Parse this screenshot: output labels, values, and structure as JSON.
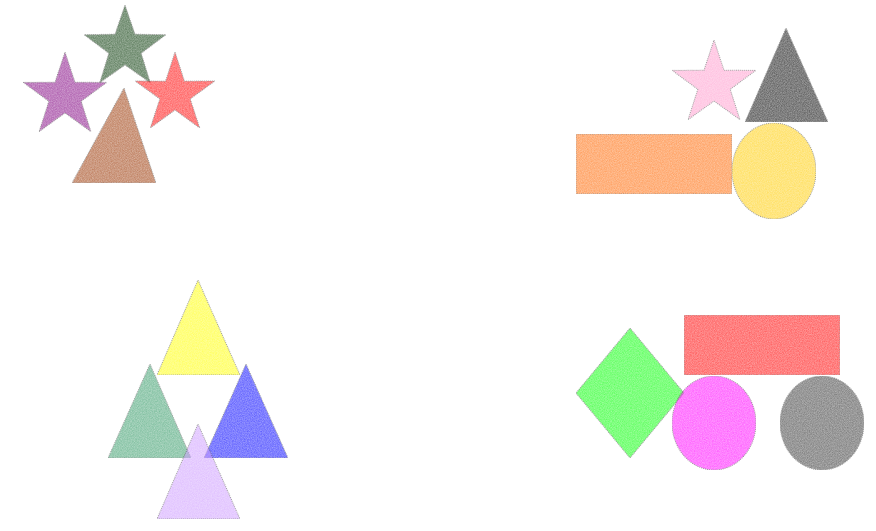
{
  "groups": [
    {
      "name": "group-top-left",
      "shapes": [
        {
          "kind": "star",
          "color": "#800080",
          "icon": "purple-star-icon"
        },
        {
          "kind": "star",
          "color": "#003300",
          "icon": "dark-green-star-icon"
        },
        {
          "kind": "star",
          "color": "#ff0000",
          "icon": "red-star-icon"
        },
        {
          "kind": "triangle",
          "color": "#993300",
          "icon": "brown-triangle-icon"
        }
      ]
    },
    {
      "name": "group-top-right",
      "shapes": [
        {
          "kind": "star",
          "color": "#ff99cc",
          "icon": "pink-star-icon"
        },
        {
          "kind": "triangle",
          "color": "#000000",
          "icon": "black-triangle-icon"
        },
        {
          "kind": "rectangle",
          "color": "#ff6600",
          "icon": "orange-rectangle-icon"
        },
        {
          "kind": "ellipse",
          "color": "#ffcc00",
          "icon": "gold-ellipse-icon"
        }
      ]
    },
    {
      "name": "group-bottom-left",
      "shapes": [
        {
          "kind": "triangle",
          "color": "#ffff00",
          "icon": "yellow-triangle-icon"
        },
        {
          "kind": "triangle",
          "color": "#339966",
          "icon": "sea-green-triangle-icon"
        },
        {
          "kind": "triangle",
          "color": "#0000ff",
          "icon": "blue-triangle-icon"
        },
        {
          "kind": "triangle",
          "color": "#cc99ff",
          "icon": "lavender-triangle-icon"
        }
      ]
    },
    {
      "name": "group-bottom-right",
      "shapes": [
        {
          "kind": "rectangle",
          "color": "#ff0000",
          "icon": "red-rectangle-icon"
        },
        {
          "kind": "diamond",
          "color": "#00ff00",
          "icon": "green-diamond-icon"
        },
        {
          "kind": "ellipse",
          "color": "#ff00ff",
          "icon": "magenta-ellipse-icon"
        },
        {
          "kind": "ellipse",
          "color": "#333333",
          "icon": "dark-gray-ellipse-icon"
        }
      ]
    }
  ]
}
